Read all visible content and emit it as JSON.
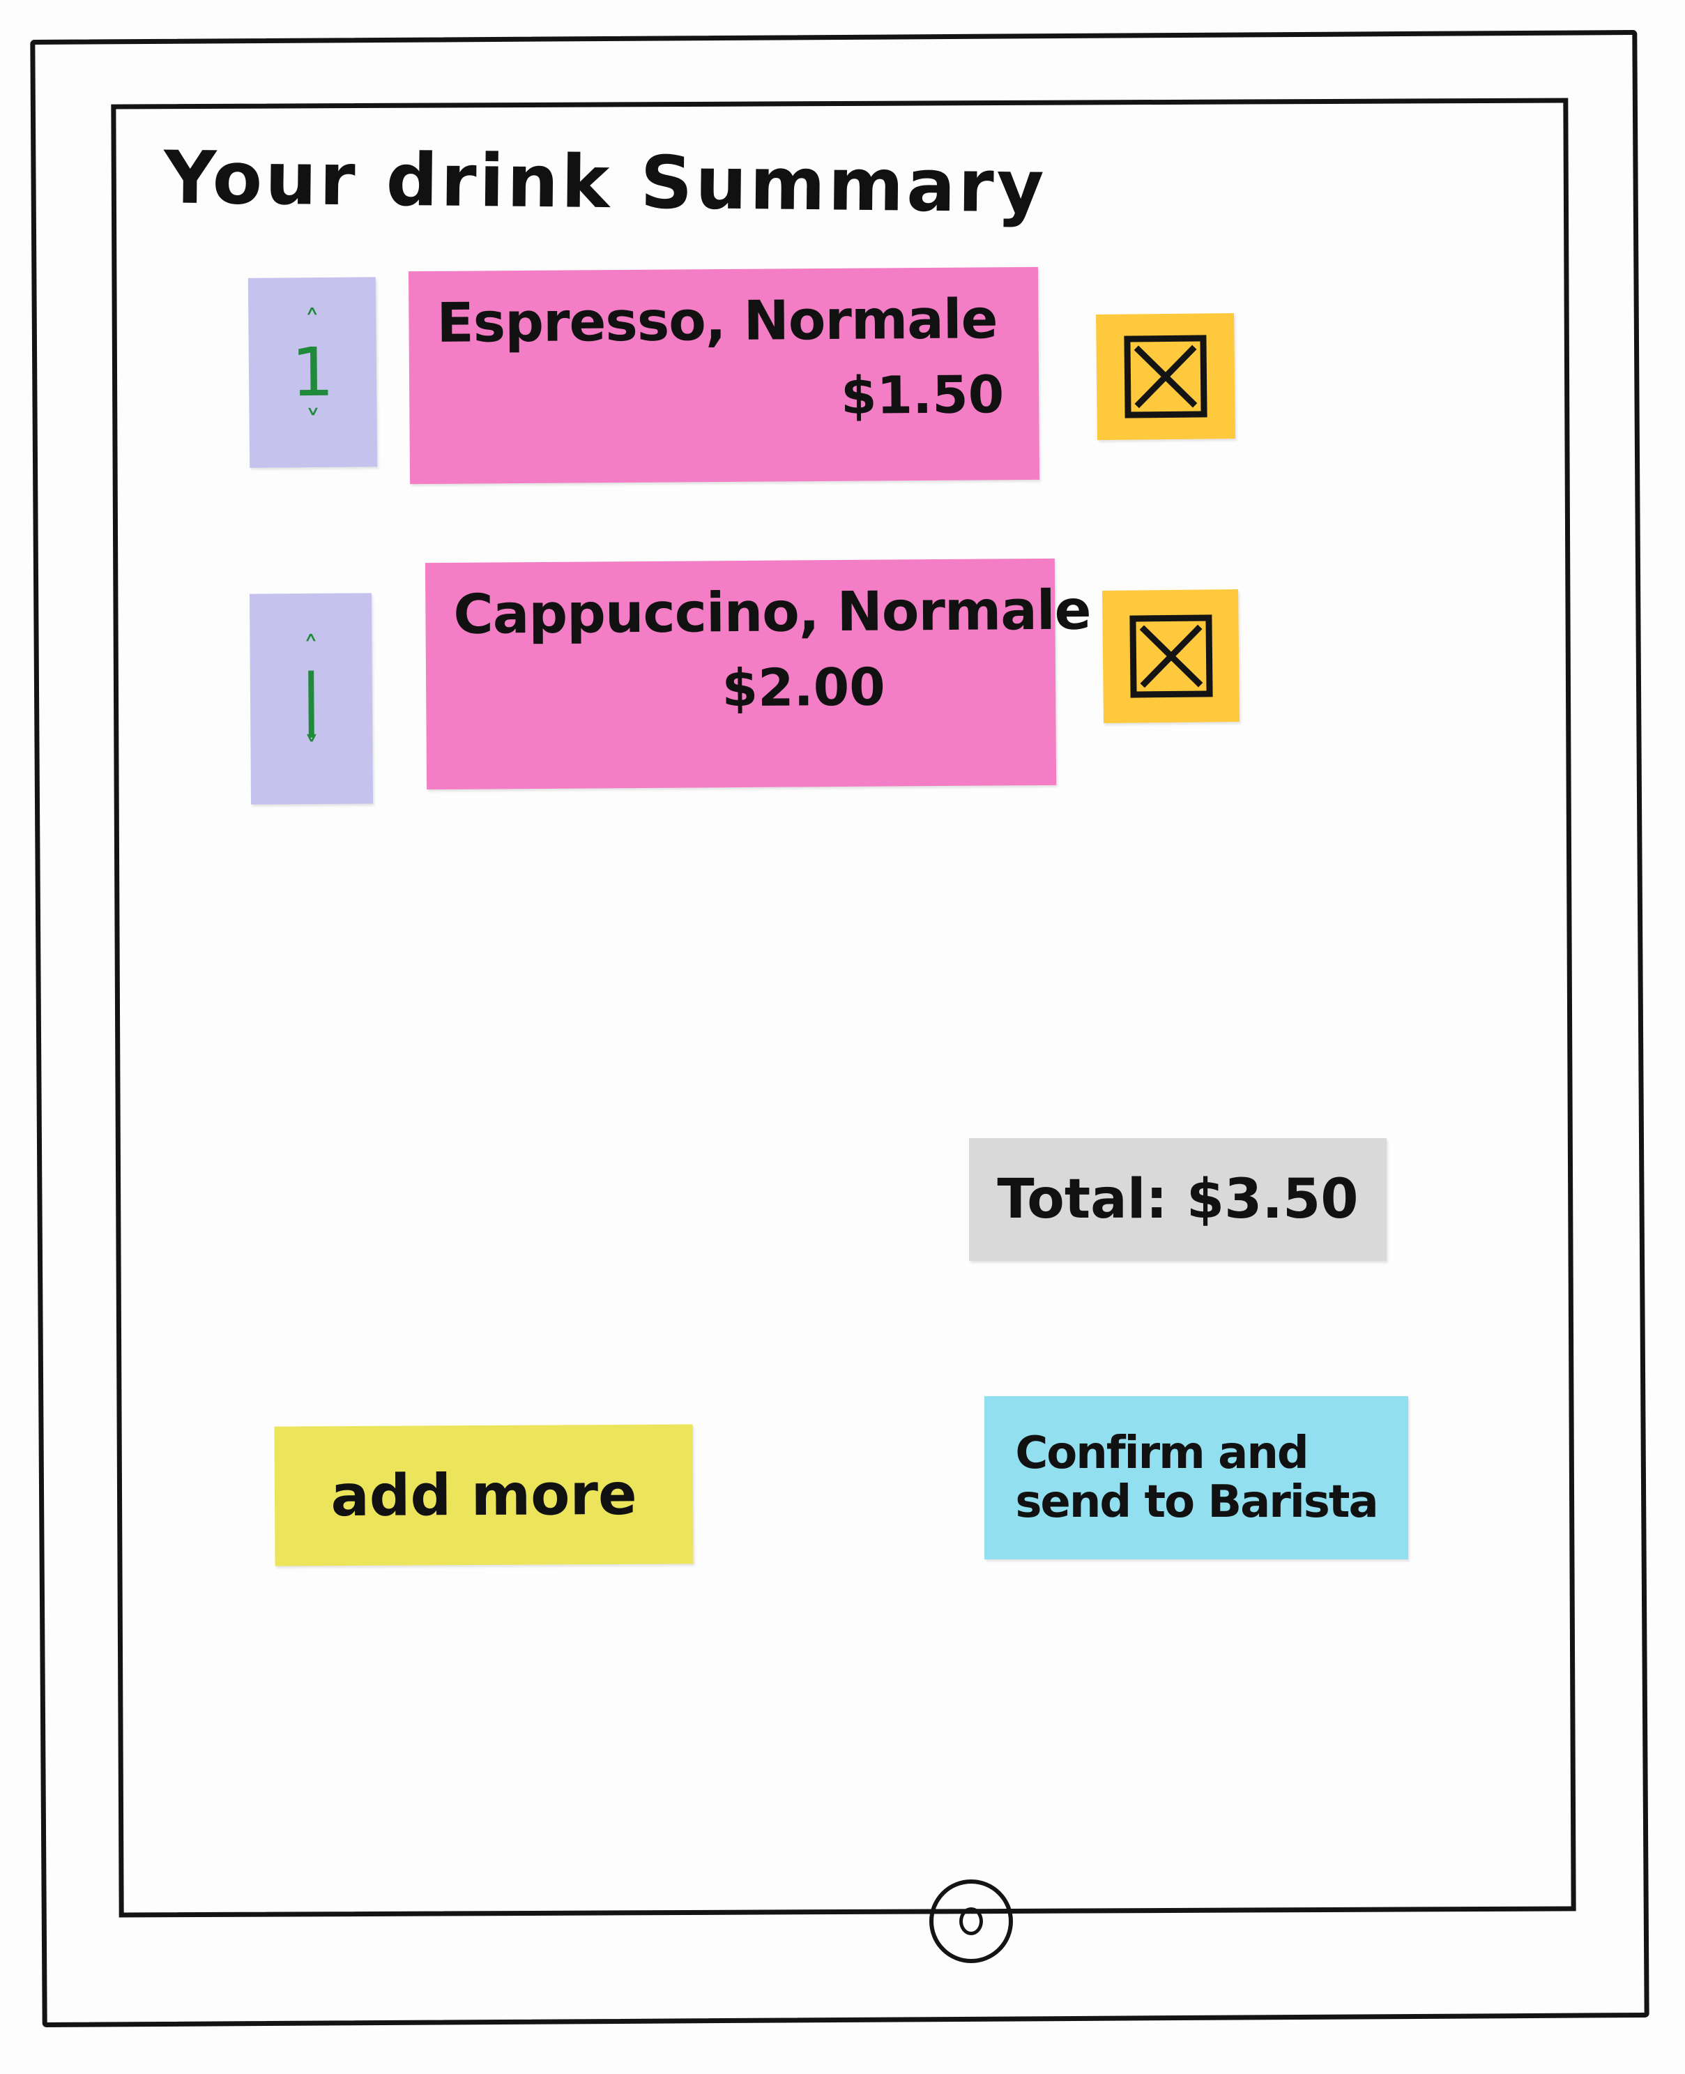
{
  "page": {
    "title": "Your drink Summary"
  },
  "order": {
    "items": [
      {
        "quantity": "1",
        "name": "Espresso, Normale",
        "price": "$1.50"
      },
      {
        "quantity": "",
        "name": "Cappuccino, Normale",
        "price": "$2.00"
      }
    ],
    "total_label": "Total: $3.50"
  },
  "actions": {
    "add_more_label": "add more",
    "confirm_line1": "Confirm and",
    "confirm_line2": "send to Barista"
  },
  "icons": {
    "remove": "close-x-icon",
    "increase": "up-arrow-icon",
    "decrease": "down-arrow-icon",
    "home": "home-button-icon"
  },
  "colors": {
    "quantity_note": "#c6c2ee",
    "item_note": "#f47ec6",
    "remove_note": "#ffc93d",
    "total_note": "#d9d9d9",
    "add_more_note": "#ece55b",
    "confirm_note": "#92e0ef"
  }
}
